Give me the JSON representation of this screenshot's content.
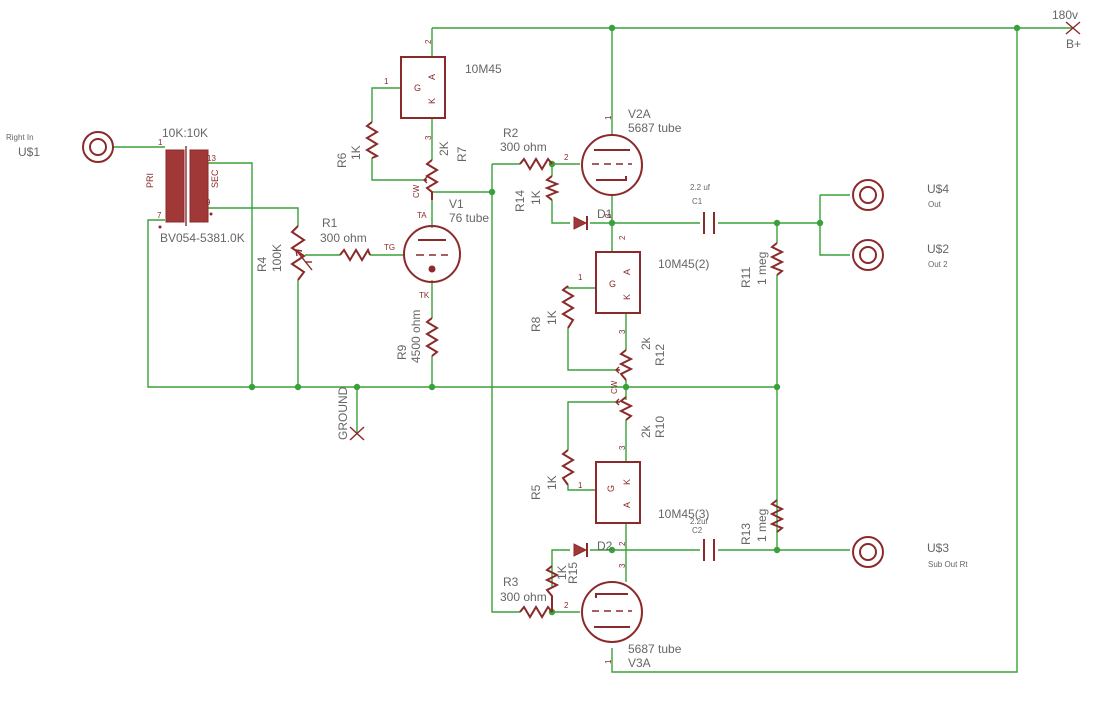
{
  "supply": {
    "voltage": "180v",
    "name": "B+"
  },
  "ground": {
    "name": "GROUND"
  },
  "input": {
    "title": "Right In",
    "name": "U$1"
  },
  "transformer": {
    "ratio": "10K:10K",
    "part": "BV054-5381.0K",
    "pri": "PRI",
    "sec": "SEC",
    "pin_1": "1",
    "pin_7": "7",
    "pin_13": "13",
    "pin_9": "9"
  },
  "r1": {
    "name": "R1",
    "value": "300 ohm"
  },
  "r2": {
    "name": "R2",
    "value": "300 ohm"
  },
  "r3": {
    "name": "R3",
    "value": "300 ohm"
  },
  "r4": {
    "name": "R4",
    "value": "100K"
  },
  "r5": {
    "name": "R5",
    "value": "1K"
  },
  "r6": {
    "name": "R6",
    "value": "1K"
  },
  "r7": {
    "name": "R7",
    "value": "2K"
  },
  "r8": {
    "name": "R8",
    "value": "1K"
  },
  "r9": {
    "name": "R9",
    "value": "4500 ohm"
  },
  "r10": {
    "name": "R10",
    "value": "2k"
  },
  "r11": {
    "name": "R11",
    "value": "1 meg"
  },
  "r12": {
    "name": "R12",
    "value": "2k"
  },
  "r13": {
    "name": "R13",
    "value": "1 meg"
  },
  "r14": {
    "name": "R14",
    "value": "1K"
  },
  "r15": {
    "name": "R15",
    "value": "1K"
  },
  "c1": {
    "value": "2.2 uf",
    "name": "C1"
  },
  "c2": {
    "value": "2.2uf",
    "name": "C2"
  },
  "d1": {
    "name": "D1"
  },
  "d2": {
    "name": "D2"
  },
  "v1": {
    "name": "V1",
    "type": "76 tube",
    "pin_tg": "TG",
    "pin_ta": "TA",
    "pin_tk": "TK"
  },
  "v2a": {
    "name": "V2A",
    "type": "5687 tube"
  },
  "v3a": {
    "name": "V3A",
    "type": "5687 tube"
  },
  "ic1": {
    "name": "10M45",
    "g": "G",
    "k": "K",
    "a": "A"
  },
  "ic2": {
    "name": "10M45(2)",
    "g": "G",
    "k": "K",
    "a": "A"
  },
  "ic3": {
    "name": "10M45(3)",
    "g": "G",
    "k": "K",
    "a": "A"
  },
  "out_u4": {
    "name": "U$4",
    "label": "Out"
  },
  "out_u2": {
    "name": "U$2",
    "label": "Out 2"
  },
  "out_u3": {
    "name": "U$3",
    "label": "Sub Out Rt"
  },
  "pins": {
    "p1": "1",
    "p2": "2",
    "p3": "3",
    "cw": "CW"
  }
}
